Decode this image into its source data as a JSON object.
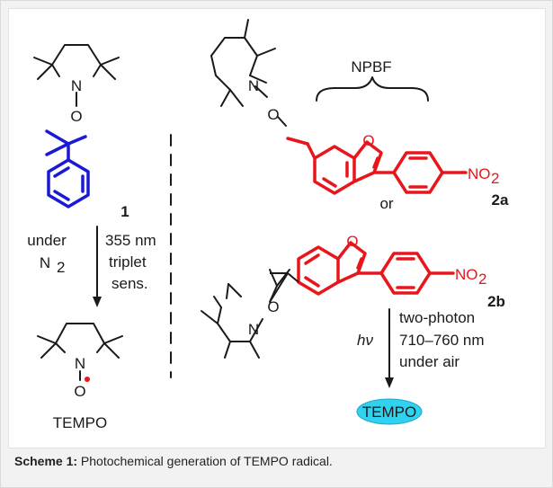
{
  "caption": {
    "label": "Scheme 1:",
    "text": " Photochemical generation of TEMPO radical."
  },
  "labels": {
    "compound_1": "1",
    "compound_2a": "2a",
    "compound_2b": "2b",
    "or": "or",
    "npbf": "NPBF",
    "tempo_left": "TEMPO",
    "tempo_product": "TEMPO",
    "under": "under",
    "n2": "N",
    "n2_sub": "2",
    "wavelength_355": "355 nm",
    "triplet": "triplet",
    "sens": "sens.",
    "two_photon": "two-photon",
    "wavelength_710": "710–760 nm",
    "under_air": "under air",
    "hv": "hν",
    "atom_N": "N",
    "atom_O": "O",
    "no2": "NO",
    "no2_sub": "2"
  },
  "colors": {
    "blue": "#1a1ad6",
    "red": "#e8161b",
    "cyan": "#31d2f0",
    "black": "#1a1a1a"
  }
}
